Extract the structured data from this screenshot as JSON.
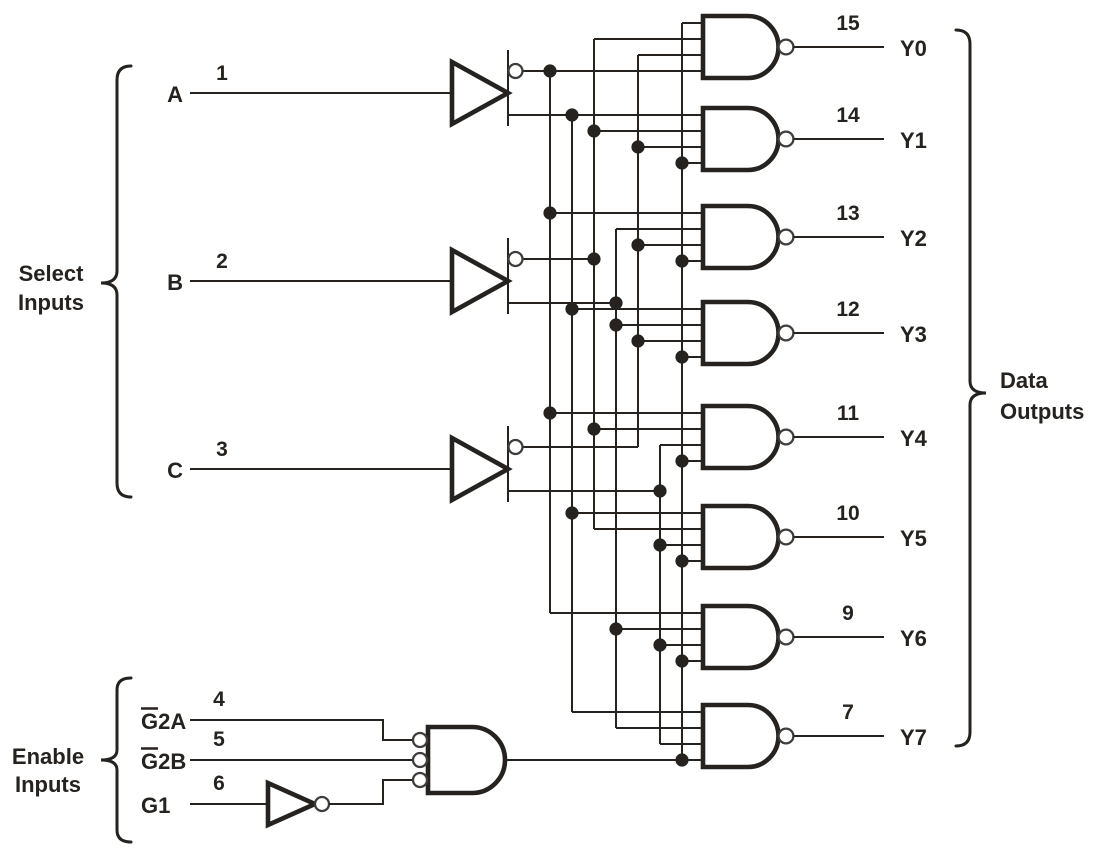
{
  "groups": {
    "select": {
      "line1": "Select",
      "line2": "Inputs"
    },
    "enable": {
      "line1": "Enable",
      "line2": "Inputs"
    },
    "outputs": {
      "line1": "Data",
      "line2": "Outputs"
    }
  },
  "select_inputs": [
    {
      "label": "A",
      "pin": "1"
    },
    {
      "label": "B",
      "pin": "2"
    },
    {
      "label": "C",
      "pin": "3"
    }
  ],
  "enable_inputs": [
    {
      "label": "G2A",
      "pin": "4",
      "g_overline": true
    },
    {
      "label": "G2B",
      "pin": "5",
      "g_overline": true
    },
    {
      "label": "G1",
      "pin": "6",
      "g_overline": false
    }
  ],
  "outputs": [
    {
      "label": "Y0",
      "pin": "15"
    },
    {
      "label": "Y1",
      "pin": "14"
    },
    {
      "label": "Y2",
      "pin": "13"
    },
    {
      "label": "Y3",
      "pin": "12"
    },
    {
      "label": "Y4",
      "pin": "11"
    },
    {
      "label": "Y5",
      "pin": "10"
    },
    {
      "label": "Y6",
      "pin": "9"
    },
    {
      "label": "Y7",
      "pin": "7"
    }
  ],
  "colors": {
    "ink": "#26221f",
    "background": "#ffffff"
  }
}
